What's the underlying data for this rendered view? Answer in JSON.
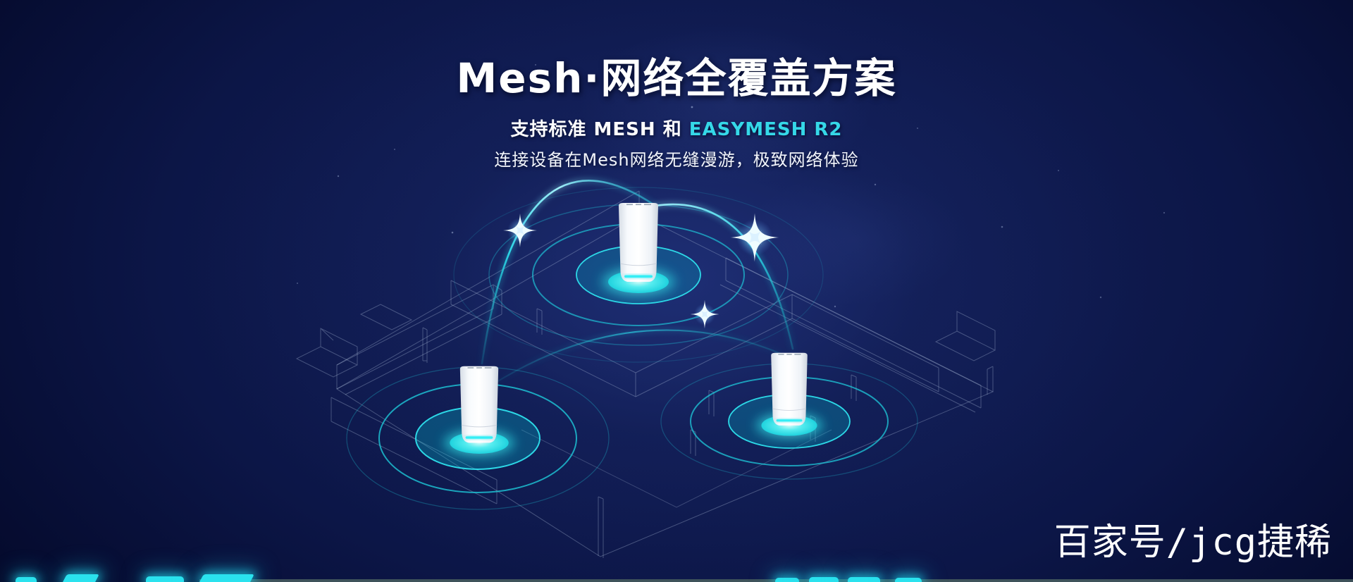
{
  "hero": {
    "title": "Mesh·网络全覆盖方案",
    "subtitle1_prefix": "支持标准 MESH 和 ",
    "subtitle1_highlight": "EASYMESH R2",
    "subtitle2": "连接设备在Mesh网络无缝漫游，极致网络体验"
  },
  "watermark": {
    "platform": "百家号",
    "separator": "/",
    "account": "jcg捷稀"
  },
  "colors": {
    "accent_cyan": "#2BDCEC",
    "highlight_text": "#35D8E8",
    "background_center": "#1E2E74",
    "background_edge": "#03071F",
    "router_base_glow": "#35E6EA",
    "coverage_ring": "#1FD4E2",
    "wireframe_line": "#C6D6F0"
  },
  "illustration": {
    "name": "mesh-network-coverage-scene",
    "node_count": 3,
    "nodes": [
      "top-mesh-router",
      "left-mesh-router",
      "right-mesh-router"
    ]
  }
}
